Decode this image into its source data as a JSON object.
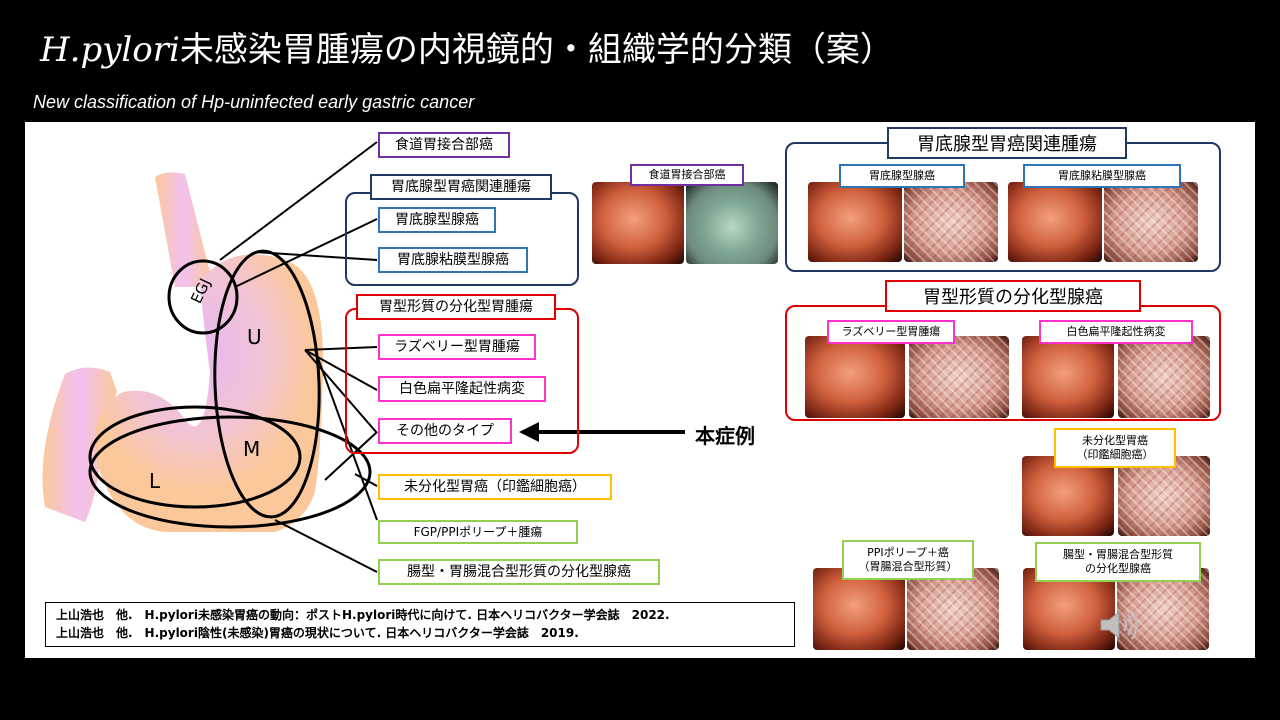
{
  "title": {
    "latin": "H.pylori",
    "rest": "未感染胃腫瘍の内視鏡的・組織学的分類（案）"
  },
  "subtitle": "New classification of Hp-uninfected early gastric cancer",
  "stomach": {
    "egj": "EGJ",
    "u": "U",
    "m": "M",
    "l": "L"
  },
  "labels": {
    "egj_cancer": "食道胃接合部癌",
    "fundic_group": "胃底腺型胃癌関連腫瘍",
    "fundic_type": "胃底腺型腺癌",
    "fundic_mucosa": "胃底腺粘膜型腺癌",
    "gastric_group": "胃型形質の分化型胃腫瘍",
    "raspberry": "ラズベリー型胃腫瘍",
    "white_flat": "白色扁平隆起性病変",
    "other_types": "その他のタイプ",
    "undiff": "未分化型胃癌（印鑑細胞癌）",
    "fgp": "FGP/PPIポリープ＋腫瘍",
    "intestinal": "腸型・胃腸混合型形質の分化型腺癌"
  },
  "this_case": "本症例",
  "right": {
    "egj_small": "食道胃接合部癌",
    "fundic_head": "胃底腺型胃癌関連腫瘍",
    "fundic_type_small": "胃底腺型腺癌",
    "fundic_mucosa_small": "胃底腺粘膜型腺癌",
    "gastric_head": "胃型形質の分化型腺癌",
    "raspberry_small": "ラズベリー型胃腫瘍",
    "white_flat_small": "白色扁平隆起性病変",
    "undiff_line1": "未分化型胃癌",
    "undiff_line2": "（印鑑細胞癌）",
    "ppi_line1": "PPIポリープ＋癌",
    "ppi_line2": "（胃腸混合型形質）",
    "intestinal_line1": "腸型・胃腸混合型形質",
    "intestinal_line2": "の分化型腺癌"
  },
  "refs": [
    "上山浩也　他.　H.pylori未感染胃癌の動向：ポストH.pylori時代に向けて.  日本ヘリコバクター学会誌　2022.",
    "上山浩也　他.　H.pylori陰性(未感染)胃癌の現状について.  日本ヘリコバクター学会誌　2019."
  ],
  "colors": {
    "purple": "#7030a0",
    "blue": "#2e75b6",
    "navy": "#1f3864",
    "red": "#e00000",
    "pink": "#ff33cc",
    "yellow": "#ffc000",
    "green": "#92d050",
    "stomach": "#fbc89c"
  },
  "icons": [
    "speaker-icon",
    "arrow-left-icon"
  ]
}
